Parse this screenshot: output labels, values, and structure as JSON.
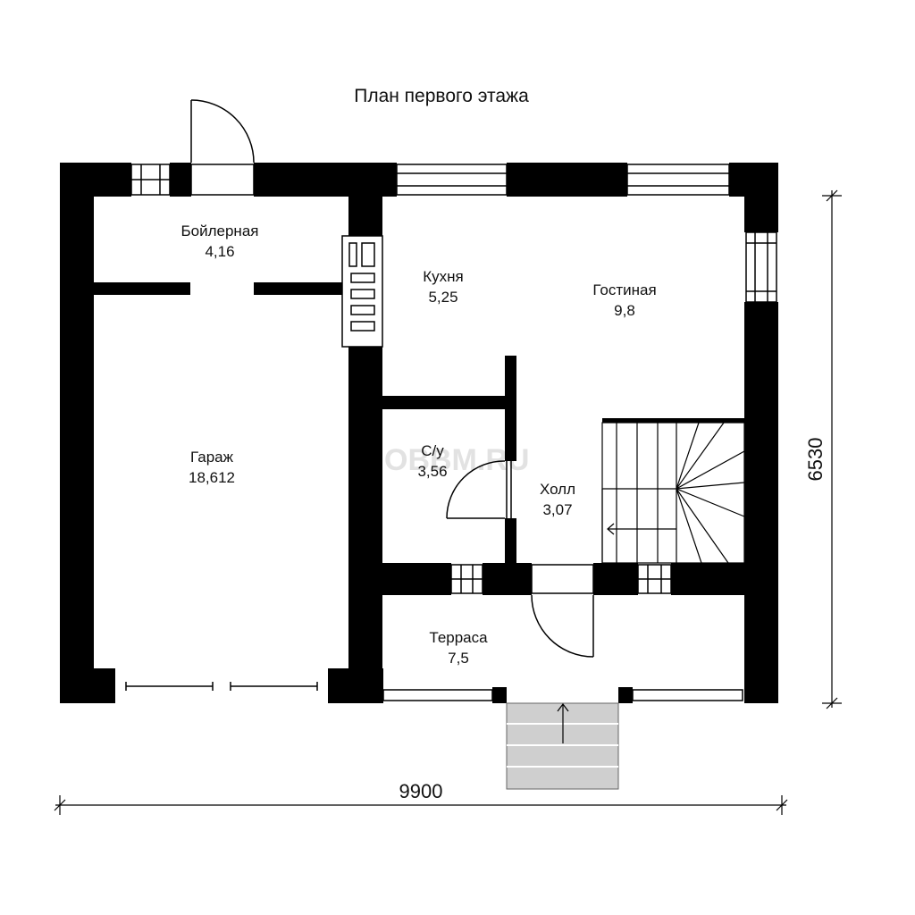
{
  "title": "План первого этажа",
  "watermark": "OBBM.RU",
  "rooms": {
    "boiler": {
      "name": "Бойлерная",
      "area": "4,16"
    },
    "kitchen": {
      "name": "Кухня",
      "area": "5,25"
    },
    "living": {
      "name": "Гостиная",
      "area": "9,8"
    },
    "garage": {
      "name": "Гараж",
      "area": "18,612"
    },
    "wc": {
      "name": "С/у",
      "area": "3,56"
    },
    "hall": {
      "name": "Холл",
      "area": "3,07"
    },
    "terrace": {
      "name": "Терраса",
      "area": "7,5"
    }
  },
  "dimensions": {
    "width": "9900",
    "height": "6530"
  },
  "colors": {
    "wall": "#000000",
    "steps": "#cfcfcf",
    "watermark": "#e2e2e2"
  }
}
